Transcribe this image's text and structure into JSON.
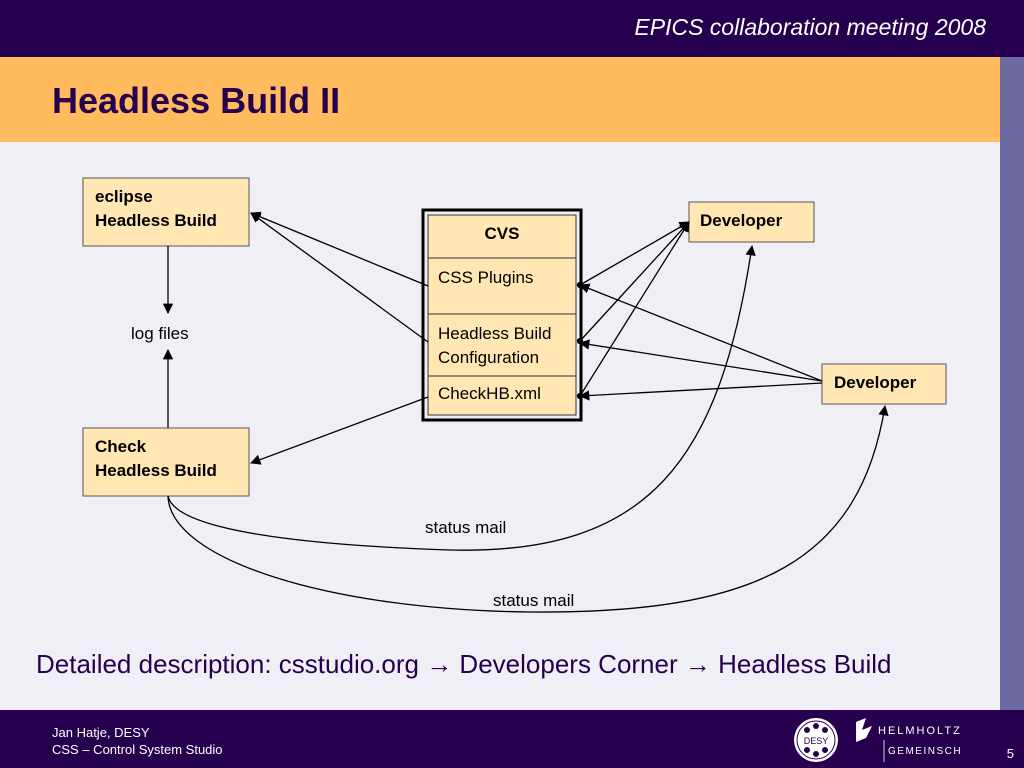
{
  "header": {
    "conference": "EPICS collaboration meeting 2008",
    "title": "Headless Build II"
  },
  "diagram": {
    "eclipse_box": [
      "eclipse",
      "Headless Build"
    ],
    "check_box": [
      "Check",
      "Headless Build"
    ],
    "log_files": "log files",
    "cvs": {
      "title": "CVS",
      "items": [
        [
          "CSS Plugins"
        ],
        [
          "Headless Build",
          "Configuration"
        ],
        [
          "CheckHB.xml"
        ]
      ]
    },
    "developer_top": "Developer",
    "developer_right": "Developer",
    "status_mail_1": "status mail",
    "status_mail_2": "status mail"
  },
  "description": "Detailed description: csstudio.org → Developers Corner → Headless Build",
  "footer": {
    "author": "Jan Hatje, DESY",
    "subtitle": "CSS – Control System Studio",
    "page": "5",
    "desy_logo_text": "DESY",
    "helmholtz_line1": "HELMHOLTZ",
    "helmholtz_line2": "GEMEINSCHAFT"
  },
  "colors": {
    "top_bar": "#26004f",
    "title_band": "#ffbb5e",
    "box_fill": "#ffe6b3",
    "right_strip": "#6e6aa3"
  }
}
